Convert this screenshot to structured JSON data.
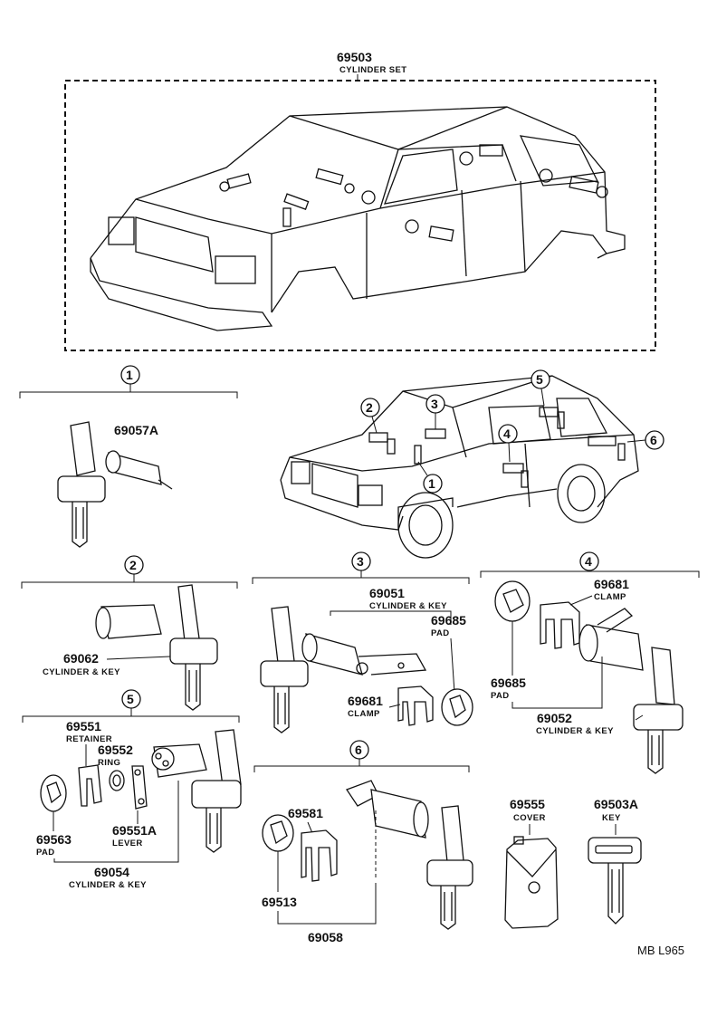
{
  "header": {
    "part": "69503",
    "name": "CYLINDER SET"
  },
  "groups": [
    {
      "num": "1"
    },
    {
      "num": "2"
    },
    {
      "num": "3"
    },
    {
      "num": "4"
    },
    {
      "num": "5"
    },
    {
      "num": "6"
    }
  ],
  "car_callouts": [
    "1",
    "2",
    "3",
    "4",
    "5",
    "6"
  ],
  "parts": {
    "p69057A": {
      "num": "69057A"
    },
    "p69062": {
      "num": "69062",
      "name": "CYLINDER & KEY"
    },
    "p69051": {
      "num": "69051",
      "name": "CYLINDER & KEY"
    },
    "p69685a": {
      "num": "69685",
      "name": "PAD"
    },
    "p69681a": {
      "num": "69681",
      "name": "CLAMP"
    },
    "p69681b": {
      "num": "69681",
      "name": "CLAMP"
    },
    "p69685b": {
      "num": "69685",
      "name": "PAD"
    },
    "p69052": {
      "num": "69052",
      "name": "CYLINDER & KEY"
    },
    "p69551": {
      "num": "69551",
      "name": "RETAINER"
    },
    "p69552": {
      "num": "69552",
      "name": "RING"
    },
    "p69563": {
      "num": "69563",
      "name": "PAD"
    },
    "p69551A": {
      "num": "69551A",
      "name": "LEVER"
    },
    "p69054": {
      "num": "69054",
      "name": "CYLINDER & KEY"
    },
    "p69581": {
      "num": "69581"
    },
    "p69513": {
      "num": "69513"
    },
    "p69058": {
      "num": "69058"
    },
    "p69555": {
      "num": "69555",
      "name": "COVER"
    },
    "p69503A": {
      "num": "69503A",
      "name": "KEY"
    }
  },
  "footer": {
    "code": "MB  L965"
  }
}
